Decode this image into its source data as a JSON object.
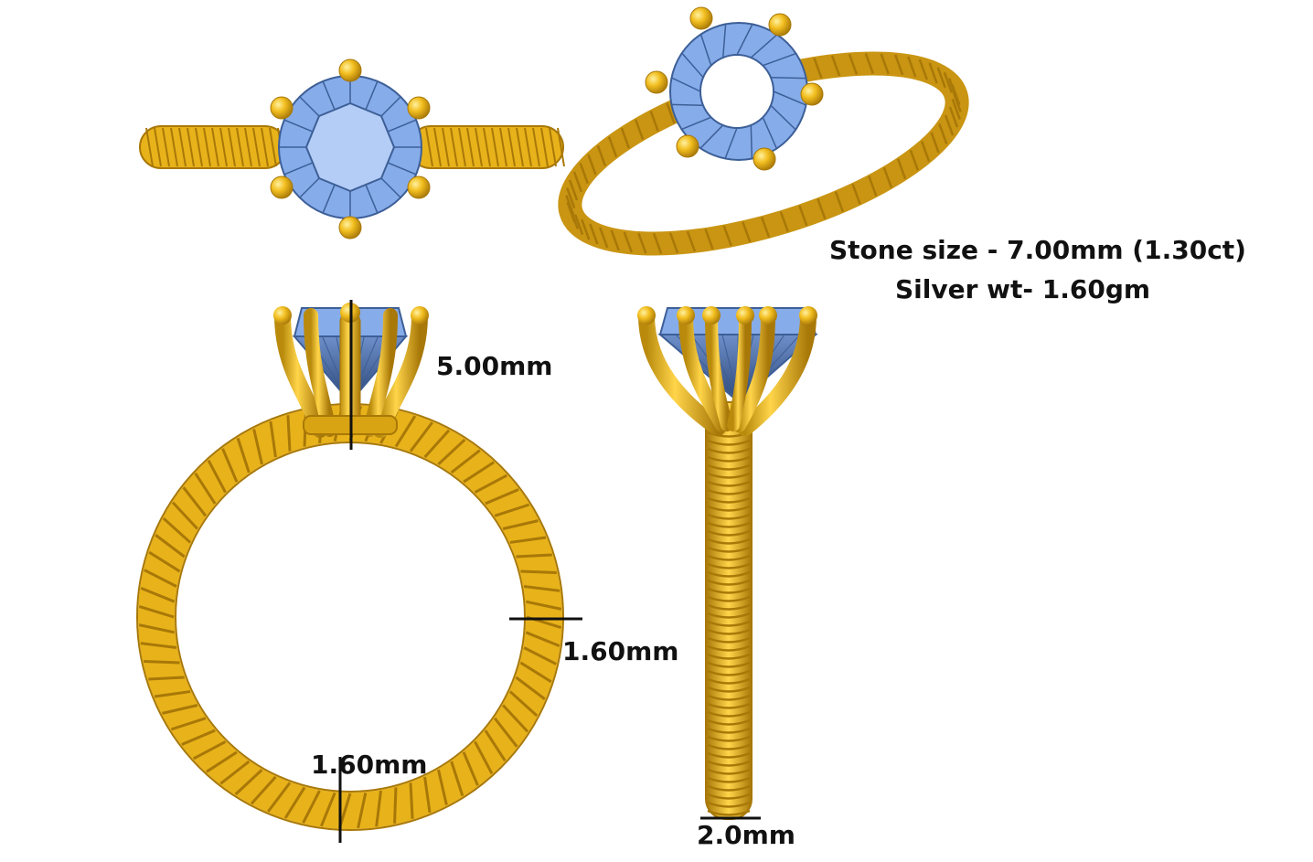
{
  "colors": {
    "gold": "#e8b21a",
    "gold_dark": "#a87808",
    "gold_light": "#ffd54a",
    "stone": "#86acea",
    "stone_light": "#b4cdf6",
    "stone_dark": "#3d5f97",
    "outline": "#111111"
  },
  "specs": {
    "stone_size": "Stone size - 7.00mm (1.30ct)",
    "silver_weight": "Silver wt-   1.60gm"
  },
  "dimensions": {
    "prong_height": "5.00mm",
    "band_width_side": "1.60mm",
    "band_width_bottom": "1.60mm",
    "shank_width": "2.0mm"
  },
  "views": [
    {
      "name": "top-view",
      "icon": "ring-top-icon"
    },
    {
      "name": "perspective-view",
      "icon": "ring-perspective-icon"
    },
    {
      "name": "front-view",
      "icon": "ring-front-icon"
    },
    {
      "name": "side-view",
      "icon": "ring-side-icon"
    }
  ]
}
